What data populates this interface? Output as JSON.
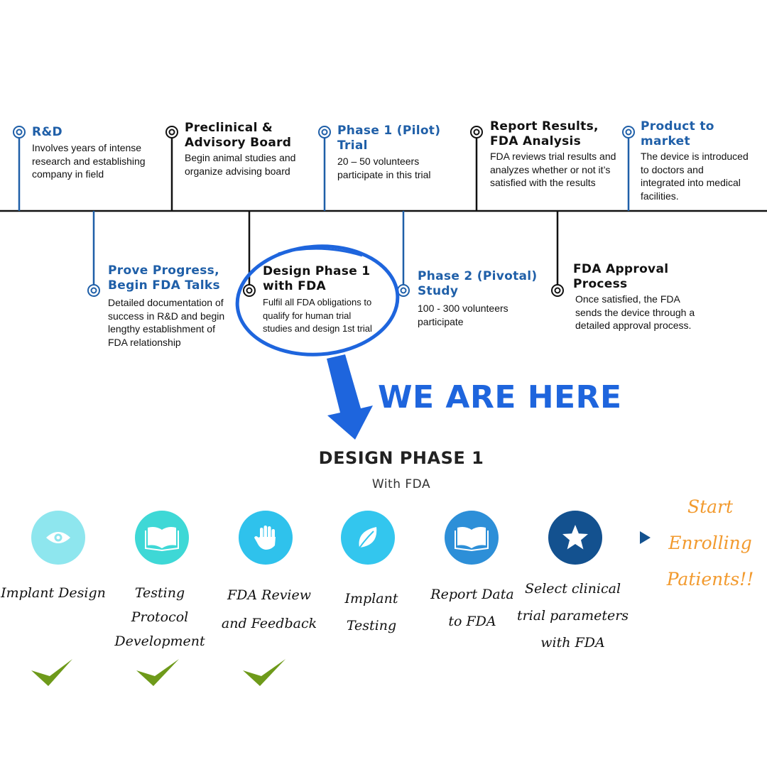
{
  "timeline": {
    "top": [
      {
        "title": "R&D",
        "desc": [
          "Involves years of intense",
          "research and establishing",
          "company in field"
        ]
      },
      {
        "title": "Preclinical & Advisory Board",
        "title_lines": [
          "Preclinical &",
          "Advisory Board"
        ],
        "desc": [
          "Begin animal studies and",
          "organize advising board"
        ]
      },
      {
        "title": "Phase 1 (Pilot) Trial",
        "title_lines": [
          "Phase 1 (Pilot)",
          "Trial"
        ],
        "desc": [
          "20 – 50 volunteers",
          "participate in this trial"
        ]
      },
      {
        "title": "Report Results, FDA Analysis",
        "title_lines": [
          "Report Results,",
          "FDA Analysis"
        ],
        "desc": [
          "FDA reviews trial results and",
          "analyzes whether or not it’s",
          "satisfied with the results"
        ]
      },
      {
        "title": "Product to market",
        "title_lines": [
          "Product to",
          "market"
        ],
        "desc": [
          "The device is introduced",
          "to doctors and",
          "integrated into medical",
          "facilities."
        ]
      }
    ],
    "bottom": [
      {
        "title_lines": [
          "Prove Progress,",
          "Begin FDA Talks"
        ],
        "desc": [
          "Detailed documentation of",
          "success in R&D and begin",
          "lengthy establishment of",
          "FDA relationship"
        ]
      },
      {
        "title_lines": [
          "Design Phase 1",
          "with FDA"
        ],
        "desc": [
          "Fulfil all FDA obligations to",
          "qualify for human trial",
          "studies and design 1st trial"
        ]
      },
      {
        "title_lines": [
          "Phase 2 (Pivotal)",
          "Study"
        ],
        "desc": [
          "100 - 300 volunteers",
          "participate"
        ]
      },
      {
        "title_lines": [
          "FDA Approval",
          "Process"
        ],
        "desc": [
          "Once satisfied, the FDA",
          "sends the device through a",
          "detailed approval process."
        ]
      }
    ]
  },
  "callout": "WE ARE HERE",
  "design_phase": {
    "title": "DESIGN PHASE 1",
    "subtitle": "With FDA",
    "steps": [
      {
        "label_lines": [
          "Implant Design"
        ],
        "icon": "eye-icon",
        "color": "#8ee6ee",
        "done": true
      },
      {
        "label_lines": [
          "Testing",
          "Protocol",
          "Development"
        ],
        "icon": "book-icon",
        "color": "#3ed8d6",
        "done": true
      },
      {
        "label_lines": [
          "FDA Review",
          "and Feedback"
        ],
        "icon": "hand-icon",
        "color": "#2fc2ec",
        "done": true
      },
      {
        "label_lines": [
          "Implant",
          "Testing"
        ],
        "icon": "leaf-icon",
        "color": "#33c6ee",
        "done": false
      },
      {
        "label_lines": [
          "Report Data",
          "to FDA"
        ],
        "icon": "book-icon",
        "color": "#2d8fd8",
        "done": false
      },
      {
        "label_lines": [
          "Select clinical",
          "trial parameters",
          "with FDA"
        ],
        "icon": "star-icon",
        "color": "#13518f",
        "done": false
      }
    ],
    "final_lines": [
      "Start",
      "Enrolling",
      "Patients!!"
    ]
  },
  "colors": {
    "blue_title": "#1f5fa8",
    "callout": "#1e65dd",
    "check": "#6e9a1a",
    "final": "#f29a2e"
  }
}
